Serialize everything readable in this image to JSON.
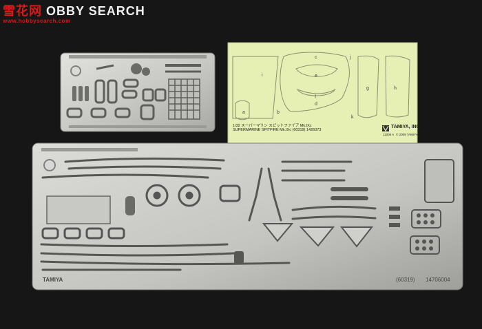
{
  "watermark": {
    "logo_text_chinese": "雪花网",
    "logo_text_latin": "OBBY SEARCH",
    "site": "www.hobbysearch.com"
  },
  "decal_sheet": {
    "brand": "TAMIYA, INC",
    "line1": "1/32 スーパーマリン スピットファイア Mk.IXc",
    "line2": "SUPERMARINE SPITFIRE Mk.IXc (60319) 1426073",
    "code": "11006 A",
    "copyright": "© 2009 TAMIYA",
    "part_letters": [
      "a",
      "b",
      "c",
      "d",
      "e",
      "f",
      "g",
      "h",
      "i",
      "j",
      "k"
    ]
  },
  "large_fret": {
    "brand_mark": "TAMIYA",
    "part_number": "(60319)",
    "serial": "14706004"
  },
  "colors": {
    "background": "#161616",
    "metal_light": "#d6d6d2",
    "metal_dark": "#8e8e8a",
    "decal_paper": "#e6f0b4",
    "watermark_red": "#d21a1a"
  }
}
